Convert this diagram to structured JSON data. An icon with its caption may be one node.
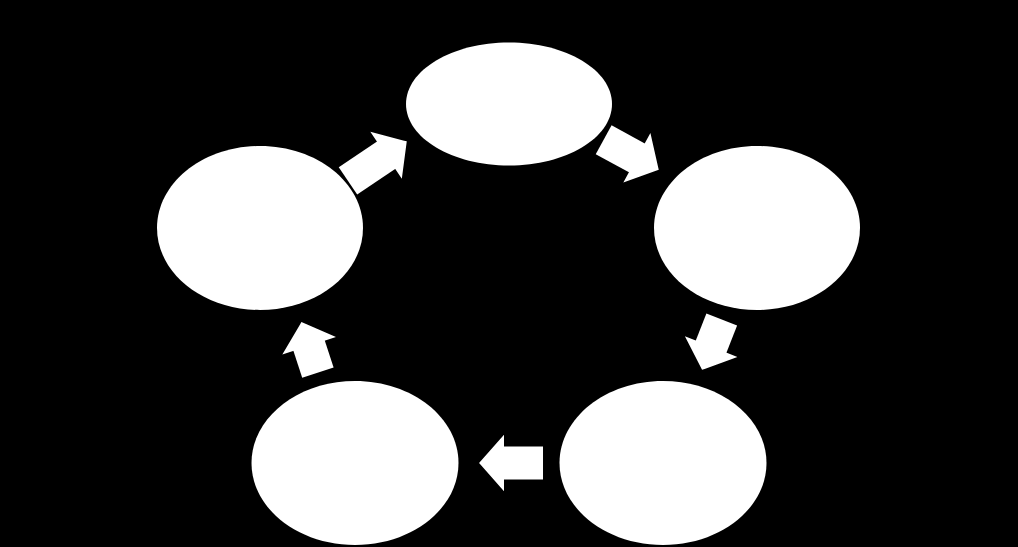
{
  "diagram": {
    "nodes": [
      {
        "text": [],
        "shape": "ellipse"
      },
      {
        "text": [],
        "shape": "ellipse"
      },
      {
        "text": [],
        "shape": "ellipse"
      },
      {
        "text": [],
        "shape": "ellipse"
      },
      {
        "text": [],
        "shape": "ellipse"
      }
    ],
    "edges": [
      {
        "from": 0,
        "to": 2,
        "arrow": "to"
      },
      {
        "from": 2,
        "to": 4,
        "arrow": "to"
      },
      {
        "from": 4,
        "to": 3,
        "arrow": "to"
      },
      {
        "from": 3,
        "to": 1,
        "arrow": "to"
      },
      {
        "from": 1,
        "to": 0,
        "arrow": "to"
      }
    ]
  }
}
